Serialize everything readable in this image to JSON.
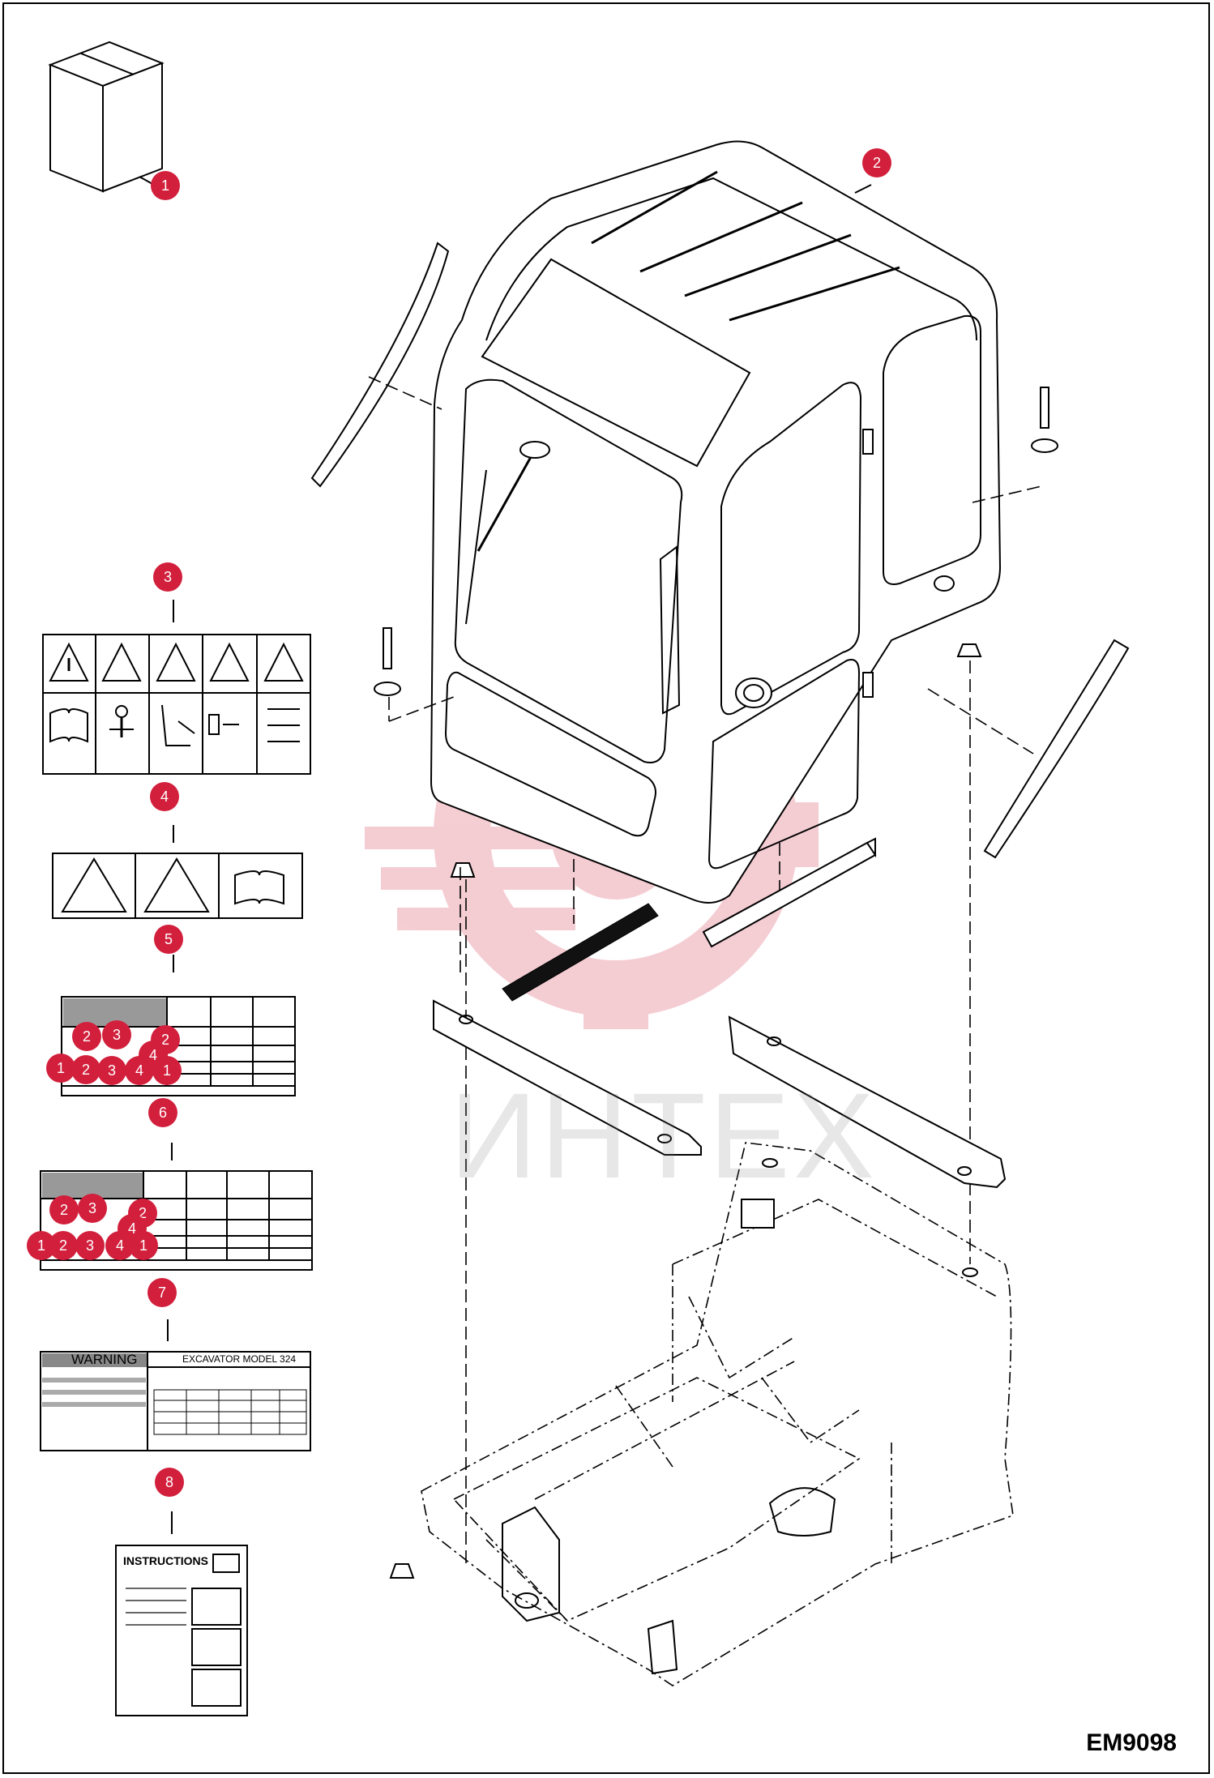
{
  "drawing_code": "EM9098",
  "watermark": "ИНТЕХ",
  "warning_decal": {
    "header": "WARNING",
    "model": "EXCAVATOR MODEL 324"
  },
  "manual_title": "INSTRUCTIONS",
  "callouts": {
    "kit": "1",
    "cab": "2",
    "decal_a": "3",
    "decal_b": "4",
    "decal_c": "5",
    "decal_d": "6",
    "decal_e": "7",
    "manual": "8"
  },
  "mini_callouts_c": [
    "2",
    "3",
    "2",
    "1",
    "2",
    "3",
    "4",
    "4",
    "1"
  ],
  "mini_callouts_d": [
    "2",
    "3",
    "2",
    "1",
    "2",
    "3",
    "4",
    "4",
    "1"
  ],
  "colors": {
    "callout": "#d21f3c",
    "line": "#000000"
  }
}
